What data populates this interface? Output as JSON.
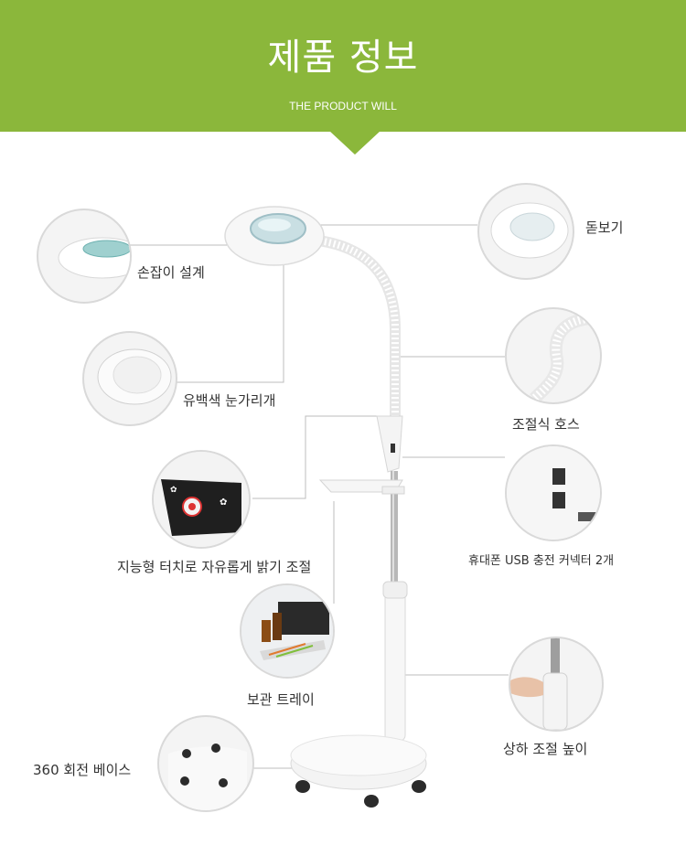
{
  "header": {
    "title": "제품 정보",
    "subtitle": "THE PRODUCT WILL"
  },
  "features": {
    "handle": "손잡이 설계",
    "magnifier": "돋보기",
    "milky_cover": "유백색 눈가리개",
    "adjustable_hose": "조절식 호스",
    "touch_control": "지능형 터치로 자유롭게 밝기 조절",
    "usb_connector": "휴대폰 USB 충전 커넥터 2개",
    "storage_tray": "보관 트레이",
    "height_adjust": "상하 조절 높이",
    "rotating_base": "360 회전 베이스"
  },
  "colors": {
    "header_green": "#8bb73b",
    "lamp_white": "#f7f7f7",
    "line_gray": "#bdbdbd"
  }
}
